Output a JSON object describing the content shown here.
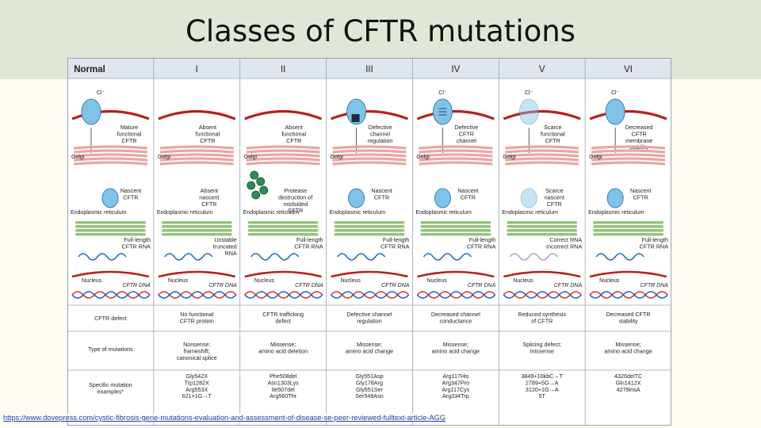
{
  "slide": {
    "title": "Classes of CFTR mutations",
    "reference_link": "https://www.dovepress.com/cystic-fibrosis-gene-mutations-evaluation-and-assessment-of-disease-se-peer-reviewed-fulltext-article-AGG"
  },
  "figure": {
    "columns": [
      {
        "header": "Normal",
        "ion": "Cl⁻",
        "golgi_label": "Golgi",
        "top_label": [
          "Mature",
          "functional",
          "CFTR"
        ],
        "mid_label": [
          "Nascent",
          "CFTR"
        ],
        "er_label": "Endoplasmic reticulum",
        "rna_label": [
          "Full-length",
          "CFTR RNA"
        ],
        "nucleus_label": "Nucleus",
        "dna_label": "CFTR DNA",
        "defect": [],
        "type": [],
        "examples": []
      },
      {
        "header": "I",
        "ion": "",
        "golgi_label": "Golgi",
        "top_label": [
          "Absent",
          "functional",
          "CFTR"
        ],
        "mid_label": [
          "Absent",
          "nascent",
          "CFTR"
        ],
        "er_label": "Endoplasmic reticulum",
        "rna_label": [
          "Unstable",
          "truncated",
          "RNA"
        ],
        "nucleus_label": "Nucleus",
        "dna_label": "CFTR DNA",
        "defect": [
          "No functional",
          "CFTR protein"
        ],
        "type": [
          "Nonsense;",
          "frameshift;",
          "canonical splice"
        ],
        "examples": [
          "Gly542X",
          "Trp1282X",
          "Arg553X",
          "621+1G→T"
        ]
      },
      {
        "header": "II",
        "ion": "",
        "golgi_label": "Golgi",
        "top_label": [
          "Absent",
          "functional",
          "CFTR"
        ],
        "mid_label": [
          "Protease",
          "destruction of",
          "misfolded",
          "CFTR"
        ],
        "er_label": "Endoplasmic reticulum",
        "rna_label": [
          "Full-length",
          "CFTR RNA"
        ],
        "nucleus_label": "Nucleus",
        "dna_label": "CFTR DNA",
        "defect": [
          "CFTR trafficking",
          "defect"
        ],
        "type": [
          "Missense;",
          "amino acid deletion"
        ],
        "examples": [
          "Phe508del",
          "Asn1303Lys",
          "Ile507del",
          "Arg560Thr"
        ]
      },
      {
        "header": "III",
        "ion": "",
        "golgi_label": "Golgi",
        "top_label": [
          "Defective",
          "channel",
          "regulation"
        ],
        "mid_label": [
          "Nascent",
          "CFTR"
        ],
        "er_label": "Endoplasmic reticulum",
        "rna_label": [
          "Full-length",
          "CFTR RNA"
        ],
        "nucleus_label": "Nucleus",
        "dna_label": "CFTR DNA",
        "defect": [
          "Defective channel",
          "regulation"
        ],
        "type": [
          "Missense;",
          "amino acid change"
        ],
        "examples": [
          "Gly551Asp",
          "Gly178Arg",
          "Gly551Ser",
          "Ser549Asn"
        ]
      },
      {
        "header": "IV",
        "ion": "Cl⁻",
        "golgi_label": "Golgi",
        "top_label": [
          "Defective",
          "CFTR",
          "channel"
        ],
        "mid_label": [
          "Nascent",
          "CFTR"
        ],
        "er_label": "Endoplasmic reticulum",
        "rna_label": [
          "Full-length",
          "CFTR RNA"
        ],
        "nucleus_label": "Nucleus",
        "dna_label": "CFTR DNA",
        "defect": [
          "Decreased channel",
          "conductance"
        ],
        "type": [
          "Missense;",
          "amino acid change"
        ],
        "examples": [
          "Arg117His",
          "Arg347Pro",
          "Arg117Cys",
          "Arg334Trp"
        ]
      },
      {
        "header": "V",
        "ion": "Cl⁻",
        "golgi_label": "Golgi",
        "top_label": [
          "Scarce",
          "functional",
          "CFTR"
        ],
        "mid_label": [
          "Scarce",
          "nascent",
          "CFTR"
        ],
        "er_label": "Endoplasmic reticulum",
        "rna_label": [
          "Correct RNA",
          "Incorrect RNA"
        ],
        "nucleus_label": "Nucleus",
        "dna_label": "CFTR DNA",
        "defect": [
          "Reduced synthesis",
          "of CFTR"
        ],
        "type": [
          "Splicing defect;",
          "missense"
        ],
        "examples": [
          "3849+10kbC→T",
          "2789+5G→A",
          "3120+1G→A",
          "5T"
        ]
      },
      {
        "header": "VI",
        "ion": "Cl⁻",
        "golgi_label": "Golgi",
        "top_label": [
          "Decreased",
          "CFTR",
          "membrane",
          "stability"
        ],
        "mid_label": [
          "Nascent",
          "CFTR"
        ],
        "er_label": "Endoplasmic reticulum",
        "rna_label": [
          "Full-length",
          "CFTR RNA"
        ],
        "nucleus_label": "Nucleus",
        "dna_label": "CFTR DNA",
        "defect": [
          "Decreased CFTR",
          "stability"
        ],
        "type": [
          "Missense;",
          "amino acid change"
        ],
        "examples": [
          "4326delTC",
          "Gln1412X",
          "4279insA"
        ]
      }
    ],
    "row_labels": {
      "defect": "CFTR defect",
      "type": [
        "Type of mutations"
      ],
      "examples": [
        "Specific mutation",
        "examples*"
      ]
    },
    "colors": {
      "header_bg": "#dfe6ef",
      "membrane": "#b5221c",
      "golgi": "#e8a7a3",
      "er": "#93c47b",
      "protein": "#7fc3e8",
      "rna": "#2b6cb0",
      "incorrect_rna": "#b89acb",
      "dna_strand_a": "#d0342c",
      "dna_strand_b": "#2b5fb0",
      "grid": "#9aa3ad"
    }
  }
}
